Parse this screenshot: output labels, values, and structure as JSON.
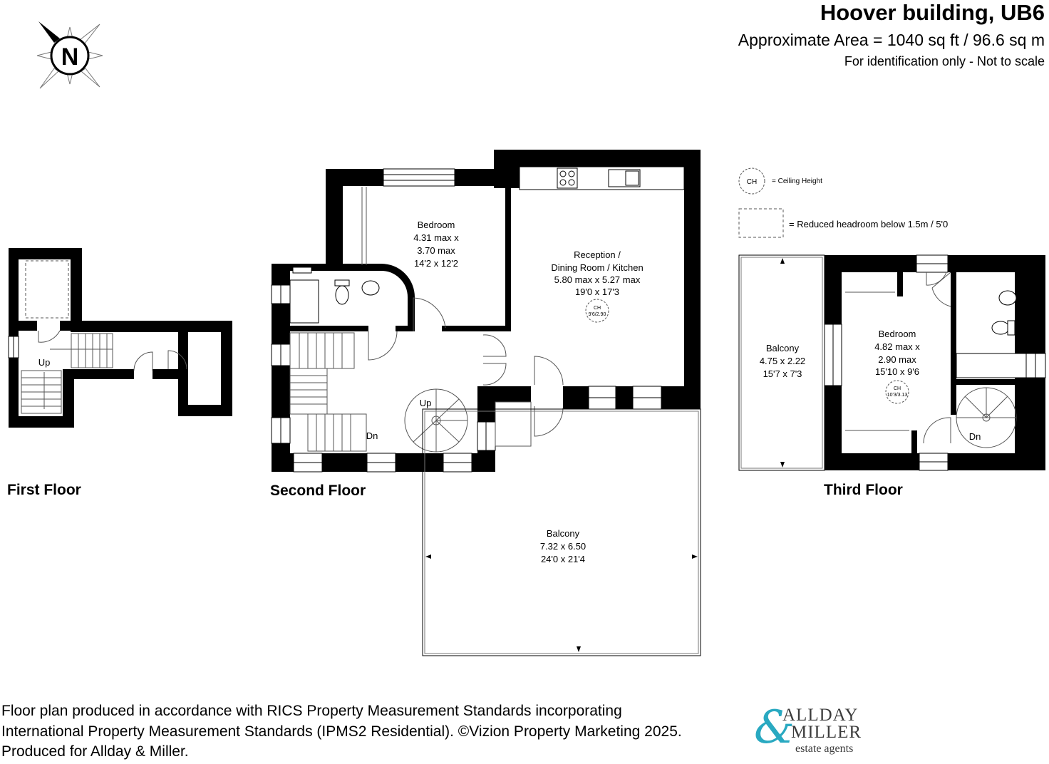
{
  "header": {
    "title": "Hoover building, UB6",
    "area": "Approximate Area = 1040 sq ft / 96.6 sq m",
    "scale_note": "For identification only - Not to scale"
  },
  "compass": {
    "letter": "N",
    "icon": "compass-icon"
  },
  "legend": {
    "ch_symbol": "CH",
    "ch_text": "= Ceiling Height",
    "reduced_text": "= Reduced headroom below 1.5m / 5'0"
  },
  "floors": {
    "first": {
      "label": "First Floor",
      "up": "Up"
    },
    "second": {
      "label": "Second Floor",
      "bedroom": {
        "name": "Bedroom",
        "l1": "4.31 max x",
        "l2": "3.70 max",
        "l3": "14'2 x 12'2"
      },
      "reception": {
        "name": "Reception /",
        "l1": "Dining Room / Kitchen",
        "l2": "5.80 max x 5.27 max",
        "l3": "19'0 x 17'3",
        "ch": "CH",
        "ch_val": "9'6/2.90"
      },
      "balcony": {
        "name": "Balcony",
        "l1": "7.32 x 6.50",
        "l2": "24'0 x 21'4"
      },
      "up": "Up",
      "dn": "Dn"
    },
    "third": {
      "label": "Third Floor",
      "bedroom": {
        "name": "Bedroom",
        "l1": "4.82 max x",
        "l2": "2.90 max",
        "l3": "15'10 x 9'6",
        "ch": "CH",
        "ch_val": "10'3/3.13"
      },
      "balcony": {
        "name": "Balcony",
        "l1": "4.75 x 2.22",
        "l2": "15'7 x 7'3"
      },
      "dn": "Dn"
    }
  },
  "footer": {
    "line1": "Floor plan produced in accordance with RICS Property Measurement Standards incorporating",
    "line2": "International Property Measurement Standards (IPMS2 Residential). ©Vizion Property Marketing 2025.",
    "line3": "Produced for Allday & Miller."
  },
  "logo": {
    "amp": "&",
    "line1": "ALLDAY",
    "line2": "MILLER",
    "line3": "estate agents",
    "color": "#29a9c1"
  }
}
